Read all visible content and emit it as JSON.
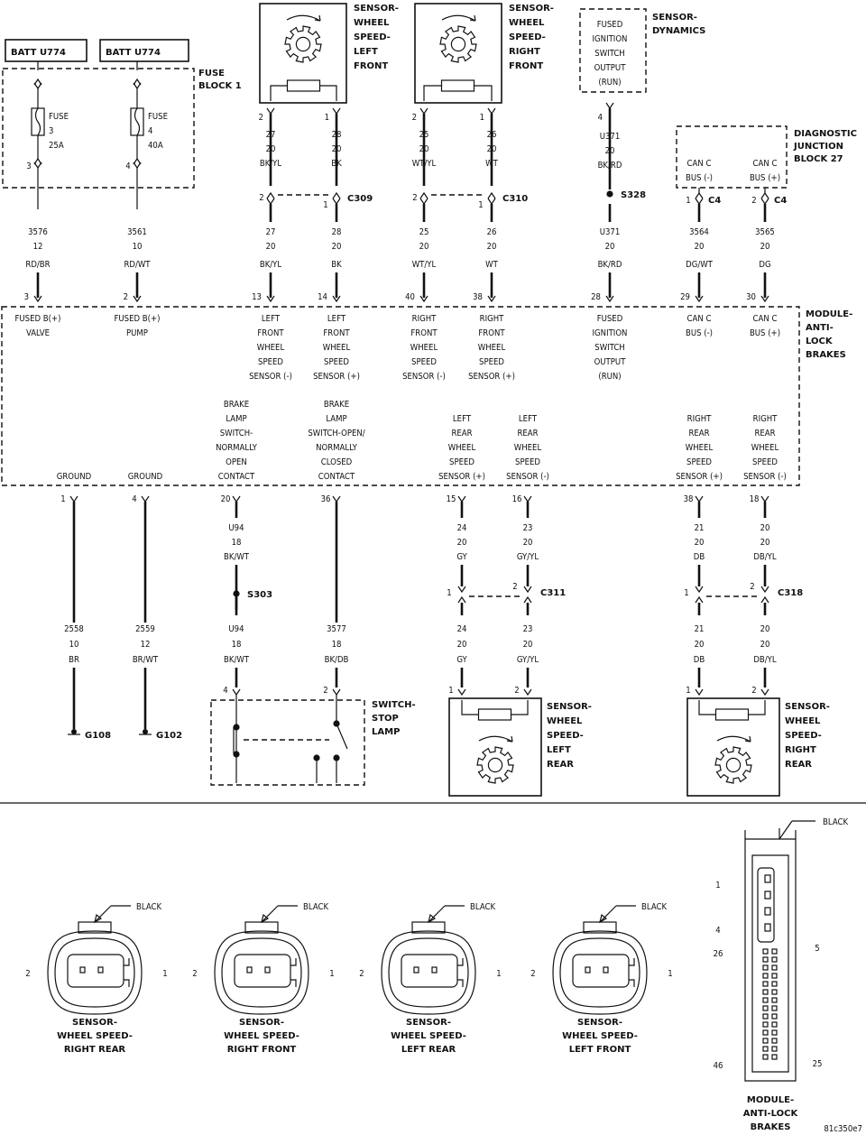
{
  "batt": [
    "BATT U774",
    "BATT U774"
  ],
  "fuse_block": {
    "label_lines": [
      "FUSE",
      "BLOCK 1"
    ],
    "fuses": [
      {
        "name": "FUSE",
        "num": "3",
        "rating": "25A",
        "in": "",
        "out": "3"
      },
      {
        "name": "FUSE",
        "num": "4",
        "rating": "40A",
        "in": "",
        "out": "4"
      }
    ]
  },
  "sensors_front": [
    {
      "lines": [
        "SENSOR-",
        "WHEEL",
        "SPEED-",
        "LEFT",
        "FRONT"
      ]
    },
    {
      "lines": [
        "SENSOR-",
        "WHEEL",
        "SPEED-",
        "RIGHT",
        "FRONT"
      ]
    }
  ],
  "sensor_dynamics": {
    "label_lines": [
      "SENSOR-",
      "DYNAMICS"
    ],
    "inner": [
      "FUSED",
      "IGNITION",
      "SWITCH",
      "OUTPUT",
      "(RUN)"
    ]
  },
  "diag_block": {
    "label_lines": [
      "DIAGNOSTIC",
      "JUNCTION",
      "BLOCK 27"
    ],
    "items": [
      [
        "CAN C",
        "BUS (-)"
      ],
      [
        "CAN C",
        "BUS (+)"
      ]
    ]
  },
  "top_wires_upper": [
    {
      "pin": "2",
      "circuit": "27",
      "gauge": "20",
      "color": "BK/YL"
    },
    {
      "pin": "1",
      "circuit": "28",
      "gauge": "20",
      "color": "BK"
    },
    {
      "pin": "2",
      "circuit": "25",
      "gauge": "20",
      "color": "WT/YL"
    },
    {
      "pin": "1",
      "circuit": "26",
      "gauge": "20",
      "color": "WT"
    },
    {
      "pin": "4",
      "circuit": "U371",
      "gauge": "20",
      "color": "BK/RD"
    }
  ],
  "connectors_top": [
    {
      "name": "C309",
      "pins": [
        "2",
        "1"
      ]
    },
    {
      "name": "C310",
      "pins": [
        "2",
        "1"
      ]
    },
    {
      "name": "S328"
    },
    {
      "name": "C4",
      "pin": "1"
    },
    {
      "name": "C4",
      "pin": "2"
    }
  ],
  "top_wires_lower": [
    {
      "circuit": "3576",
      "gauge": "12",
      "color": "RD/BR",
      "pin": "3"
    },
    {
      "circuit": "3561",
      "gauge": "10",
      "color": "RD/WT",
      "pin": "2"
    },
    {
      "circuit": "27",
      "gauge": "20",
      "color": "BK/YL",
      "pin": "13"
    },
    {
      "circuit": "28",
      "gauge": "20",
      "color": "BK",
      "pin": "14"
    },
    {
      "circuit": "25",
      "gauge": "20",
      "color": "WT/YL",
      "pin": "40"
    },
    {
      "circuit": "26",
      "gauge": "20",
      "color": "WT",
      "pin": "38"
    },
    {
      "circuit": "U371",
      "gauge": "20",
      "color": "BK/RD",
      "pin": "28"
    },
    {
      "circuit": "3564",
      "gauge": "20",
      "color": "DG/WT",
      "pin": "29"
    },
    {
      "circuit": "3565",
      "gauge": "20",
      "color": "DG",
      "pin": "30"
    }
  ],
  "module": {
    "label_lines": [
      "MODULE-",
      "ANTI-",
      "LOCK",
      "BRAKES"
    ],
    "top_labels": [
      [
        "FUSED B(+)",
        "VALVE"
      ],
      [
        "FUSED B(+)",
        "PUMP"
      ],
      [
        "LEFT",
        "FRONT",
        "WHEEL",
        "SPEED",
        "SENSOR (-)"
      ],
      [
        "LEFT",
        "FRONT",
        "WHEEL",
        "SPEED",
        "SENSOR (+)"
      ],
      [
        "RIGHT",
        "FRONT",
        "WHEEL",
        "SPEED",
        "SENSOR (-)"
      ],
      [
        "RIGHT",
        "FRONT",
        "WHEEL",
        "SPEED",
        "SENSOR (+)"
      ],
      [
        "FUSED",
        "IGNITION",
        "SWITCH",
        "OUTPUT",
        "(RUN)"
      ],
      [
        "CAN C",
        "BUS (-)"
      ],
      [
        "CAN C",
        "BUS (+)"
      ]
    ],
    "bottom_labels": [
      [
        "GROUND"
      ],
      [
        "GROUND"
      ],
      [
        "BRAKE",
        "LAMP",
        "SWITCH-",
        "NORMALLY",
        "OPEN",
        "CONTACT"
      ],
      [
        "BRAKE",
        "LAMP",
        "SWITCH-OPEN/",
        "NORMALLY",
        "CLOSED",
        "CONTACT"
      ],
      [
        "LEFT",
        "REAR",
        "WHEEL",
        "SPEED",
        "SENSOR (+)"
      ],
      [
        "LEFT",
        "REAR",
        "WHEEL",
        "SPEED",
        "SENSOR (-)"
      ],
      [
        "RIGHT",
        "REAR",
        "WHEEL",
        "SPEED",
        "SENSOR (+)"
      ],
      [
        "RIGHT",
        "REAR",
        "WHEEL",
        "SPEED",
        "SENSOR (-)"
      ]
    ]
  },
  "bottom_wires_upper": [
    {
      "pin": "1"
    },
    {
      "pin": "4"
    },
    {
      "pin": "20",
      "circuit": "U94",
      "gauge": "18",
      "color": "BK/WT"
    },
    {
      "pin": "36"
    },
    {
      "pin": "15",
      "circuit": "24",
      "gauge": "20",
      "color": "GY"
    },
    {
      "pin": "16",
      "circuit": "23",
      "gauge": "20",
      "color": "GY/YL"
    },
    {
      "pin": "38",
      "circuit": "21",
      "gauge": "20",
      "color": "DB"
    },
    {
      "pin": "18",
      "circuit": "20",
      "gauge": "20",
      "color": "DB/YL"
    }
  ],
  "connectors_bottom": [
    {
      "name": "S303"
    },
    {
      "name": "C311",
      "pins": [
        "1",
        "2"
      ]
    },
    {
      "name": "C318",
      "pins": [
        "1",
        "2"
      ]
    }
  ],
  "bottom_wires_lower": [
    {
      "circuit": "2558",
      "gauge": "10",
      "color": "BR"
    },
    {
      "circuit": "2559",
      "gauge": "12",
      "color": "BR/WT"
    },
    {
      "circuit": "U94",
      "gauge": "18",
      "color": "BK/WT",
      "pin": "4"
    },
    {
      "circuit": "3577",
      "gauge": "18",
      "color": "BK/DB",
      "pin": "2"
    },
    {
      "circuit": "24",
      "gauge": "20",
      "color": "GY",
      "pin": "1"
    },
    {
      "circuit": "23",
      "gauge": "20",
      "color": "GY/YL",
      "pin": "2"
    },
    {
      "circuit": "21",
      "gauge": "20",
      "color": "DB",
      "pin": "1"
    },
    {
      "circuit": "20",
      "gauge": "20",
      "color": "DB/YL",
      "pin": "2"
    }
  ],
  "grounds": [
    "G108",
    "G102"
  ],
  "stop_lamp": {
    "label_lines": [
      "SWITCH-",
      "STOP",
      "LAMP"
    ]
  },
  "sensors_rear": [
    {
      "lines": [
        "SENSOR-",
        "WHEEL",
        "SPEED-",
        "LEFT",
        "REAR"
      ]
    },
    {
      "lines": [
        "SENSOR-",
        "WHEEL",
        "SPEED-",
        "RIGHT",
        "REAR"
      ]
    }
  ],
  "connector_views": [
    {
      "color": "BLACK",
      "left": "2",
      "right": "1",
      "lines": [
        "SENSOR-",
        "WHEEL SPEED-",
        "RIGHT REAR"
      ]
    },
    {
      "color": "BLACK",
      "left": "2",
      "right": "1",
      "lines": [
        "SENSOR-",
        "WHEEL SPEED-",
        "RIGHT FRONT"
      ]
    },
    {
      "color": "BLACK",
      "left": "2",
      "right": "1",
      "lines": [
        "SENSOR-",
        "WHEEL SPEED-",
        "LEFT REAR"
      ]
    },
    {
      "color": "BLACK",
      "left": "2",
      "right": "1",
      "lines": [
        "SENSOR-",
        "WHEEL SPEED-",
        "LEFT FRONT"
      ]
    }
  ],
  "module_connector": {
    "color": "BLACK",
    "pins": [
      "1",
      "4",
      "26",
      "5",
      "46",
      "25"
    ],
    "lines": [
      "MODULE-",
      "ANTI-LOCK",
      "BRAKES"
    ]
  },
  "figure_id": "81c350e7"
}
